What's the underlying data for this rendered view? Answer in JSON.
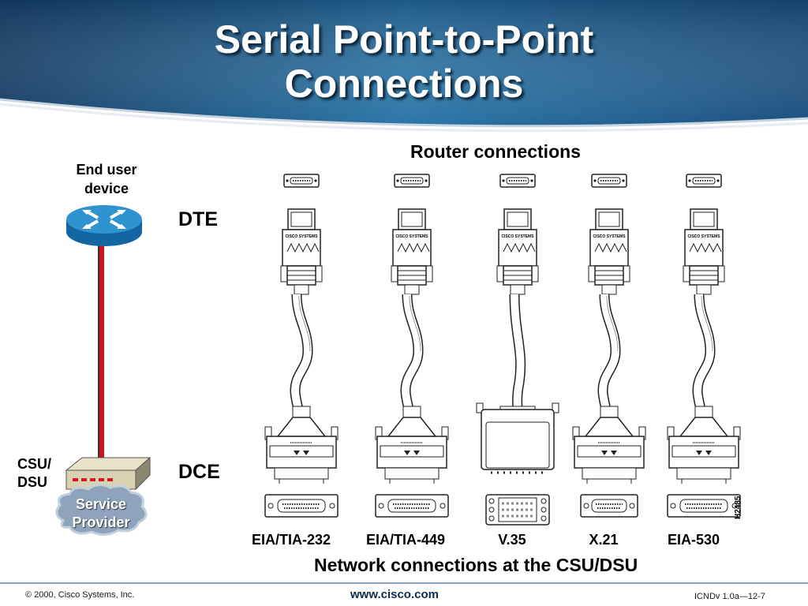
{
  "slide": {
    "title_line1": "Serial Point-to-Point",
    "title_line2": "Connections"
  },
  "diagram": {
    "router_connections_label": "Router connections",
    "end_user_label": "End user device",
    "dte_label": "DTE",
    "dce_label": "DCE",
    "csu_dsu_label": "CSU/ DSU",
    "service_provider_label": "Service Provider",
    "network_connections_label": "Network connections at the CSU/DSU",
    "figure_code": "H2485",
    "standards": [
      "EIA/TIA-232",
      "EIA/TIA-449",
      "V.35",
      "X.21",
      "EIA-530"
    ],
    "colors": {
      "banner": "#1f5a8a",
      "cable_red": "#c8141e",
      "router_blue": "#1d84c4",
      "cloud": "#7c93ab"
    }
  },
  "footer": {
    "copyright": "© 2000, Cisco Systems, Inc.",
    "website": "www.cisco.com",
    "course_code": "ICNDv 1.0a—12-7"
  }
}
